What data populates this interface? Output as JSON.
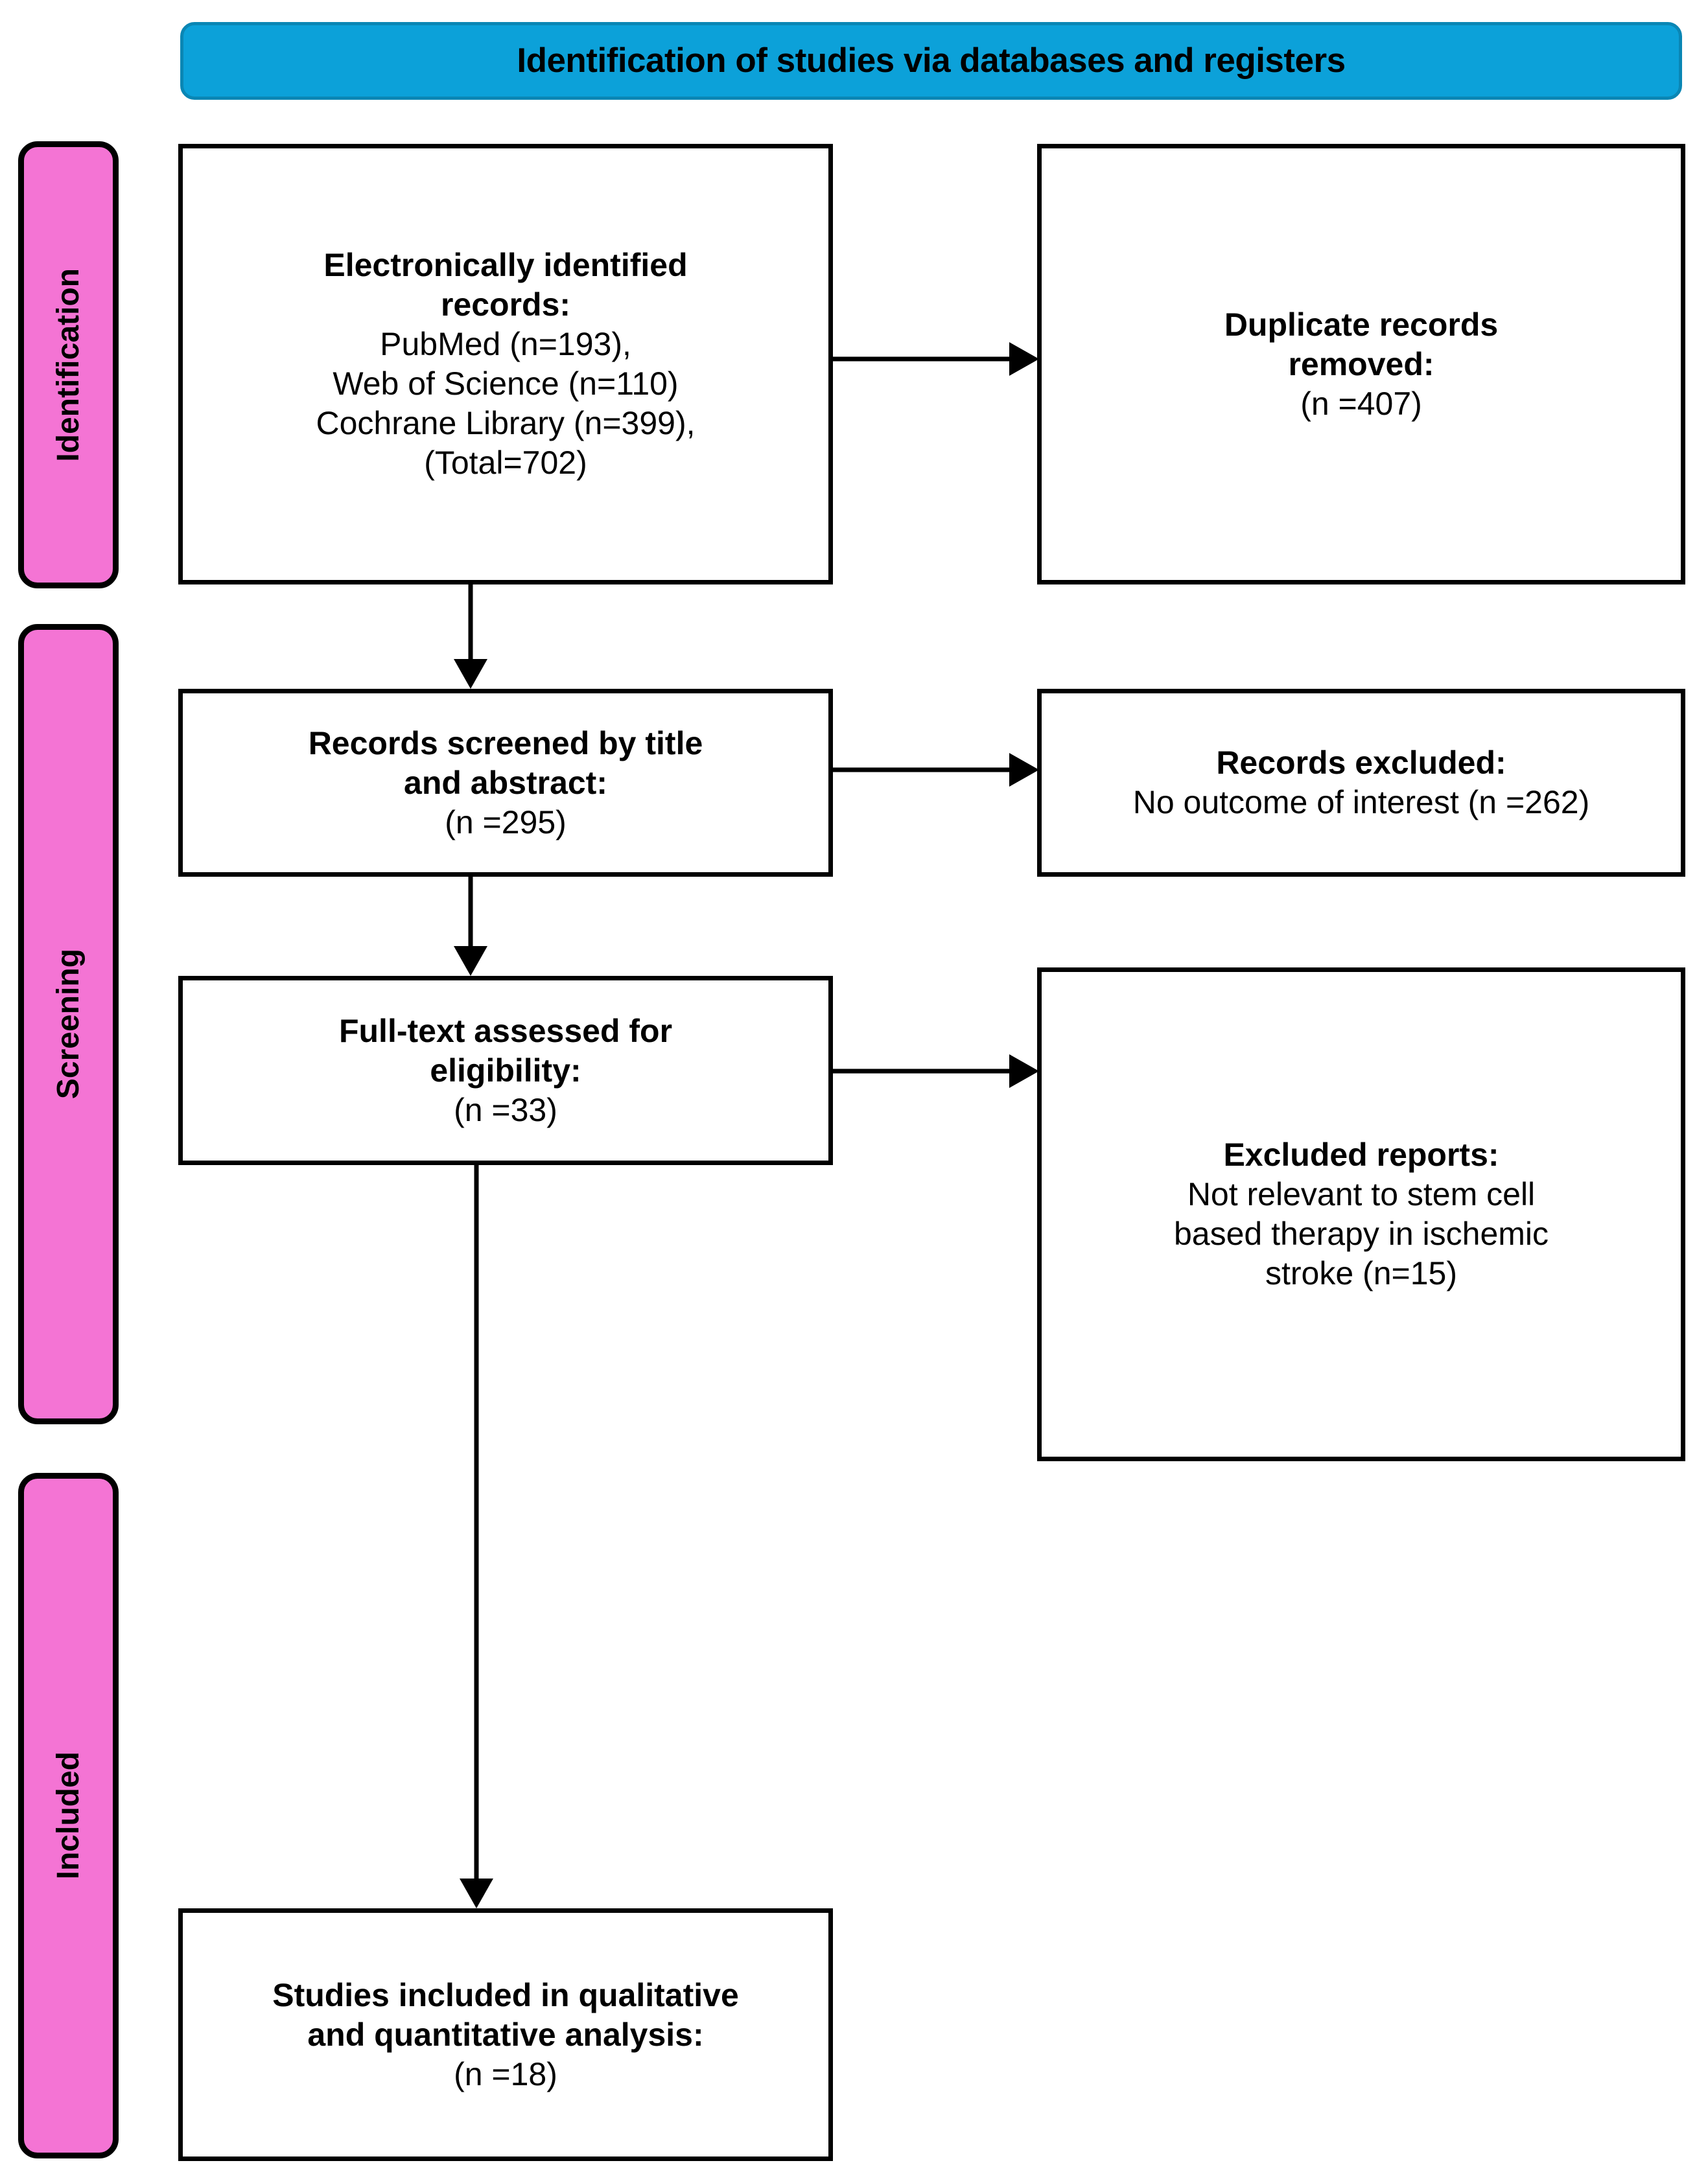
{
  "banner": {
    "title": "Identification of studies via databases and registers"
  },
  "colors": {
    "banner_fill": "#0CA1D9",
    "banner_border": "#0A86B4",
    "stage_fill": "#F474D4",
    "stage_border": "#000000",
    "node_border": "#000000",
    "text": "#000000"
  },
  "stages": [
    {
      "id": "identification",
      "label": "Identification"
    },
    {
      "id": "screening",
      "label": "Screening"
    },
    {
      "id": "included",
      "label": "Included"
    }
  ],
  "nodes": {
    "identified": {
      "heading": "Electronically identified",
      "heading2": "records:",
      "lines": [
        "PubMed (n=193),",
        "Web of Science (n=110)",
        "Cochrane Library (n=399),",
        "(Total=702)"
      ]
    },
    "duplicates": {
      "heading": "Duplicate records",
      "heading2": "removed:",
      "lines": [
        "(n =407)"
      ]
    },
    "screened": {
      "heading": "Records screened by title",
      "heading2": "and abstract:",
      "lines": [
        "(n =295)"
      ]
    },
    "records_excluded": {
      "heading": "Records excluded:",
      "lines": [
        "No outcome of interest (n =262)"
      ]
    },
    "fulltext": {
      "heading": "Full-text assessed for",
      "heading2": "eligibility:",
      "lines": [
        "(n =33)"
      ]
    },
    "excluded_reports": {
      "heading": "Excluded reports:",
      "lines": [
        "Not relevant to stem cell",
        "based therapy in ischemic",
        "stroke (n=15)"
      ]
    },
    "included": {
      "heading": "Studies included in qualitative",
      "heading2": "and quantitative analysis:",
      "lines": [
        "(n =18)"
      ]
    }
  },
  "chart_data": {
    "type": "flowchart",
    "title": "Identification of studies via databases and registers",
    "stages": [
      "Identification",
      "Screening",
      "Included"
    ],
    "counts": {
      "pubmed": 193,
      "web_of_science": 110,
      "cochrane_library": 399,
      "total_identified": 702,
      "duplicates_removed": 407,
      "records_screened": 295,
      "records_excluded_no_outcome": 262,
      "fulltext_assessed": 33,
      "reports_excluded_not_relevant": 15,
      "studies_included": 18
    },
    "edges": [
      {
        "from": "identified",
        "to": "duplicates",
        "direction": "right"
      },
      {
        "from": "identified",
        "to": "screened",
        "direction": "down"
      },
      {
        "from": "screened",
        "to": "records_excluded",
        "direction": "right"
      },
      {
        "from": "screened",
        "to": "fulltext",
        "direction": "down"
      },
      {
        "from": "fulltext",
        "to": "excluded_reports",
        "direction": "right"
      },
      {
        "from": "fulltext",
        "to": "included",
        "direction": "down"
      }
    ]
  }
}
